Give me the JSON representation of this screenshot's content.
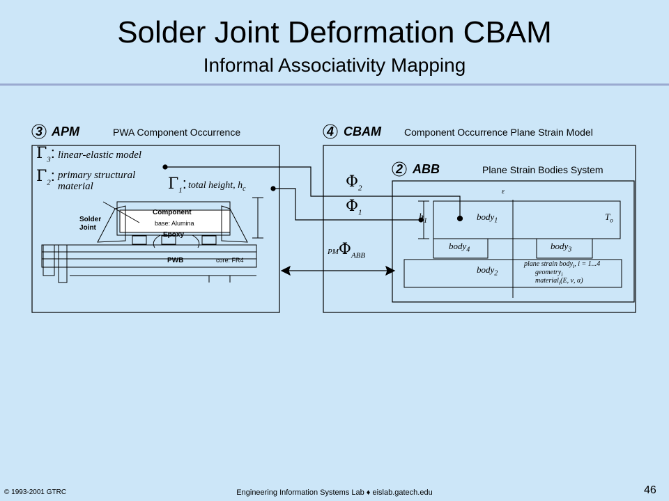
{
  "title": "Solder Joint Deformation CBAM",
  "subtitle": "Informal Associativity Mapping",
  "apm": {
    "number": "3",
    "label": "APM",
    "description": "PWA Component Occurrence",
    "gamma3": "Γ",
    "gamma3_sub": "3",
    "gamma3_text": "linear-elastic model",
    "gamma2": "Γ",
    "gamma2_sub": "2",
    "gamma2_text_1": "primary structural",
    "gamma2_text_2": "material",
    "gamma1": "Γ",
    "gamma1_sub": "1",
    "gamma1_text": "total height, h",
    "gamma1_text_sub": "c",
    "component_label": "Component",
    "component_base": "base: Alumina",
    "epoxy": "Epoxy",
    "solder_joint_1": "Solder",
    "solder_joint_2": "Joint",
    "pwb": "PWB",
    "pwb_core": "core: FR4"
  },
  "cbam": {
    "number": "4",
    "label": "CBAM",
    "description": "Component Occurrence Plane Strain Model",
    "phi2": "Φ",
    "phi2_sub": "2",
    "phi1": "Φ",
    "phi1_sub": "1",
    "pm_prefix": "PM",
    "pm_phi": "Φ",
    "pm_sub": "ABB"
  },
  "abb": {
    "number": "2",
    "label": "ABB",
    "description": "Plane Strain Bodies System",
    "epsilon": "ε",
    "h1": "h",
    "h1_sub": "1",
    "body1": "body",
    "body1_sub": "1",
    "To": "T",
    "To_sub": "o",
    "body4": "body",
    "body4_sub": "4",
    "body3": "body",
    "body3_sub": "3",
    "body2": "body",
    "body2_sub": "2",
    "note_1": "plane strain body",
    "note_1_sub": "i",
    "note_1_tail": ", i = 1...4",
    "note_2": "geometry",
    "note_2_sub": "i",
    "note_3": "material",
    "note_3_sub": "i",
    "note_3_tail": "(E, ν, α)"
  },
  "footer": {
    "copyright": "© 1993-2001  GTRC",
    "center": "Engineering Information Systems Lab ♦ eislab.gatech.edu",
    "page": "46"
  },
  "colors": {
    "background": "#cce6f8",
    "rule": "#9aaad0",
    "line": "#000000"
  }
}
